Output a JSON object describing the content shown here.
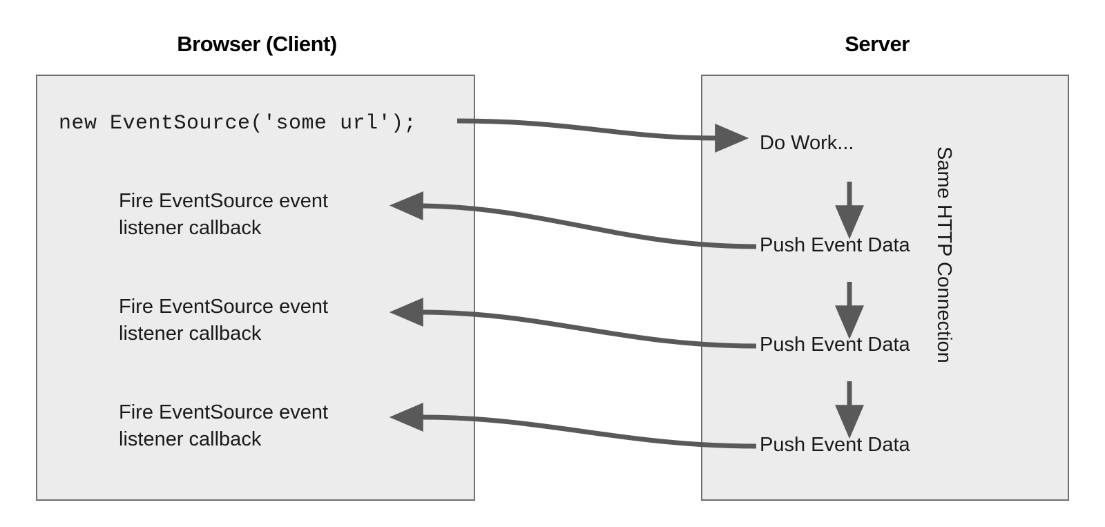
{
  "diagram": {
    "title_client": "Browser (Client)",
    "title_server": "Server",
    "code_line": "new EventSource('some url');",
    "connection_label": "Same HTTP Connection",
    "client_steps": [
      {
        "line1": "Fire EventSource event",
        "line2": "listener callback"
      },
      {
        "line1": "Fire EventSource event",
        "line2": "listener callback"
      },
      {
        "line1": "Fire EventSource event",
        "line2": "listener callback"
      }
    ],
    "server_steps": [
      {
        "label": "Do Work..."
      },
      {
        "label": "Push Event Data"
      },
      {
        "label": "Push Event Data"
      },
      {
        "label": "Push Event Data"
      }
    ],
    "colors": {
      "panel_fill": "#ececec",
      "panel_border": "#6e6e6e",
      "arrow": "#595959",
      "text": "#1a1a1a",
      "background": "#ffffff"
    }
  }
}
